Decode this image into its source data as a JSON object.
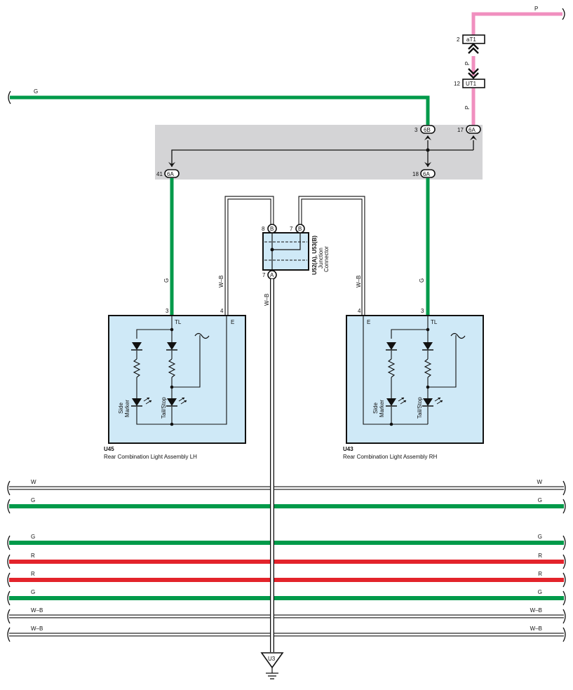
{
  "colors": {
    "green": "#009a4a",
    "pink": "#f08fbf",
    "red": "#e3232b",
    "white_wire": "#ffffff",
    "component_fill": "#cfe9f7",
    "junction_block_fill": "#d4d4d6",
    "outline": "#222222"
  },
  "connectors": {
    "at1": {
      "pin": "2",
      "name": "aT1"
    },
    "ut1": {
      "pin": "12",
      "name": "UT1"
    },
    "jb_6b_in": {
      "pin": "3",
      "name": "6B"
    },
    "jb_6a_in": {
      "pin": "17",
      "name": "6A"
    },
    "jb_6a_out_left": {
      "pin": "41",
      "name": "6A"
    },
    "jb_6a_out_right": {
      "pin": "18",
      "name": "6A"
    }
  },
  "wires": {
    "top_pink": "P",
    "pink_mid_1": "P",
    "pink_mid_2": "P",
    "top_green": "G",
    "left_green_down": "G",
    "right_green_down": "G",
    "left_wb": "W–B",
    "right_wb": "W–B",
    "center_wb": "W–B"
  },
  "junction_connector": {
    "name": "U52(A), U53(B)",
    "desc_1": "Junction",
    "desc_2": "Connector",
    "pin_b_left": "8",
    "pin_b_right": "7",
    "pin_a": "7",
    "letter_b": "B",
    "letter_a": "A"
  },
  "components": {
    "lh": {
      "code": "U45",
      "name": "Rear Combination Light Assembly LH",
      "pin_tl": "3",
      "pin_e": "4",
      "terminal_tl": "TL",
      "terminal_e": "E",
      "side_1": "Side",
      "side_2": "Marker",
      "tail": "Tail/Stop"
    },
    "rh": {
      "code": "U43",
      "name": "Rear Combination Light Assembly RH",
      "pin_tl": "3",
      "pin_e": "4",
      "terminal_tl": "TL",
      "terminal_e": "E",
      "side_1": "Side",
      "side_2": "Marker",
      "tail": "Tail/Stop"
    }
  },
  "bus_lines": [
    {
      "label": "W",
      "color": "white"
    },
    {
      "label": "G",
      "color": "green"
    },
    {
      "label": "G",
      "color": "green"
    },
    {
      "label": "R",
      "color": "red"
    },
    {
      "label": "R",
      "color": "red"
    },
    {
      "label": "G",
      "color": "green"
    },
    {
      "label": "W–B",
      "color": "white"
    },
    {
      "label": "W–B",
      "color": "white"
    }
  ],
  "ground": {
    "name": "U3"
  }
}
